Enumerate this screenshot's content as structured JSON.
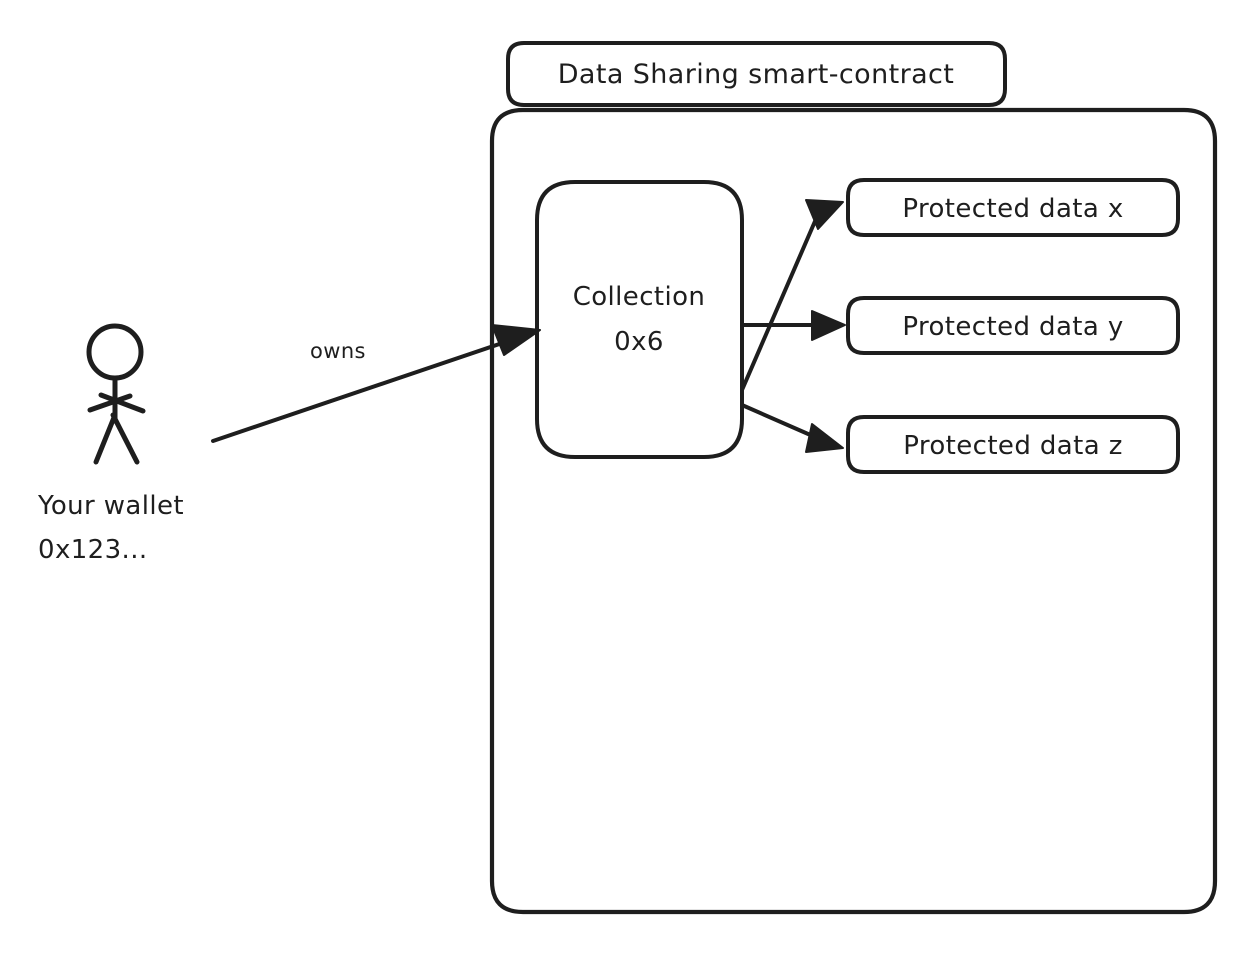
{
  "diagram": {
    "title": "Data Sharing smart-contract",
    "background_color": "#ffffff",
    "stroke_color": "#1e1e1e",
    "container": {
      "label": "Data Sharing smart-contract",
      "shape": "rounded-rectangle"
    },
    "collection": {
      "line1": "Collection",
      "line2": "0x6",
      "shape": "rounded-rectangle"
    },
    "protected_data": [
      {
        "label": "Protected data x"
      },
      {
        "label": "Protected data y"
      },
      {
        "label": "Protected data z"
      }
    ],
    "actor": {
      "icon": "stick-figure-person-icon",
      "line1": "Your wallet",
      "line2": "0x123..."
    },
    "edges": [
      {
        "label": "owns",
        "from": "actor",
        "to": "collection"
      },
      {
        "label": "",
        "from": "collection",
        "to": "protected-data-x"
      },
      {
        "label": "",
        "from": "collection",
        "to": "protected-data-y"
      },
      {
        "label": "",
        "from": "collection",
        "to": "protected-data-z"
      }
    ]
  }
}
